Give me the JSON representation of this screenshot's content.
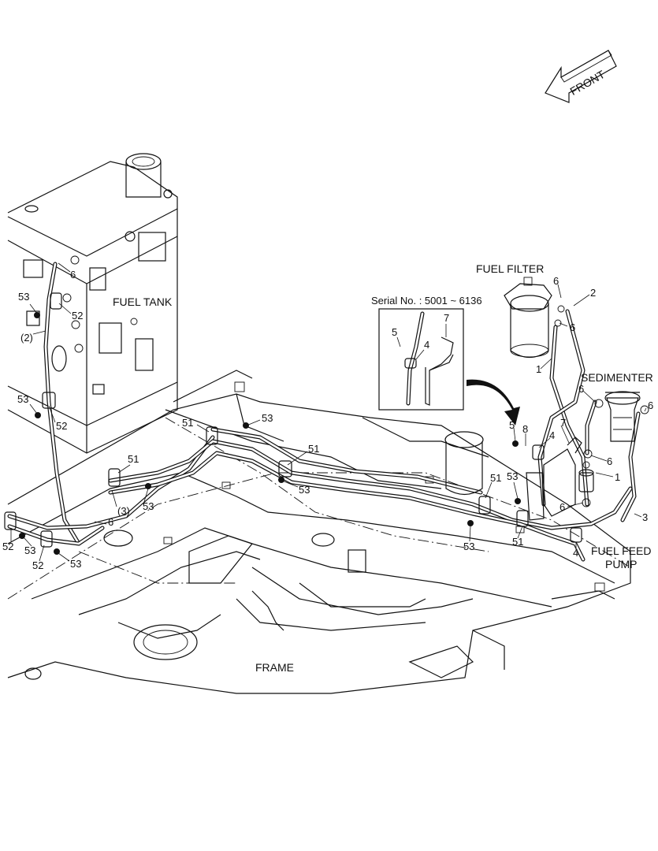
{
  "direction_label": "FRONT",
  "component_labels": {
    "fuel_tank": "FUEL TANK",
    "fuel_filter": "FUEL FILTER",
    "sedimenter": "SEDIMENTER",
    "fuel_feed_pump_line1": "FUEL FEED",
    "fuel_feed_pump_line2": "PUMP",
    "frame": "FRAME"
  },
  "inset": {
    "serial_text": "Serial No. : 5001 ~ 6136",
    "callouts": [
      "7",
      "5",
      "4"
    ]
  },
  "callouts": [
    "6",
    "53",
    "52",
    "(2)",
    "53",
    "52",
    "51",
    "53",
    "51",
    "(3)",
    "53",
    "6",
    "52",
    "53",
    "52",
    "53",
    "51",
    "53",
    "51",
    "53",
    "53",
    "51",
    "6",
    "2",
    "6",
    "1",
    "6",
    "6",
    "5",
    "8",
    "7",
    "4",
    "6",
    "1",
    "6",
    "3",
    "4"
  ]
}
